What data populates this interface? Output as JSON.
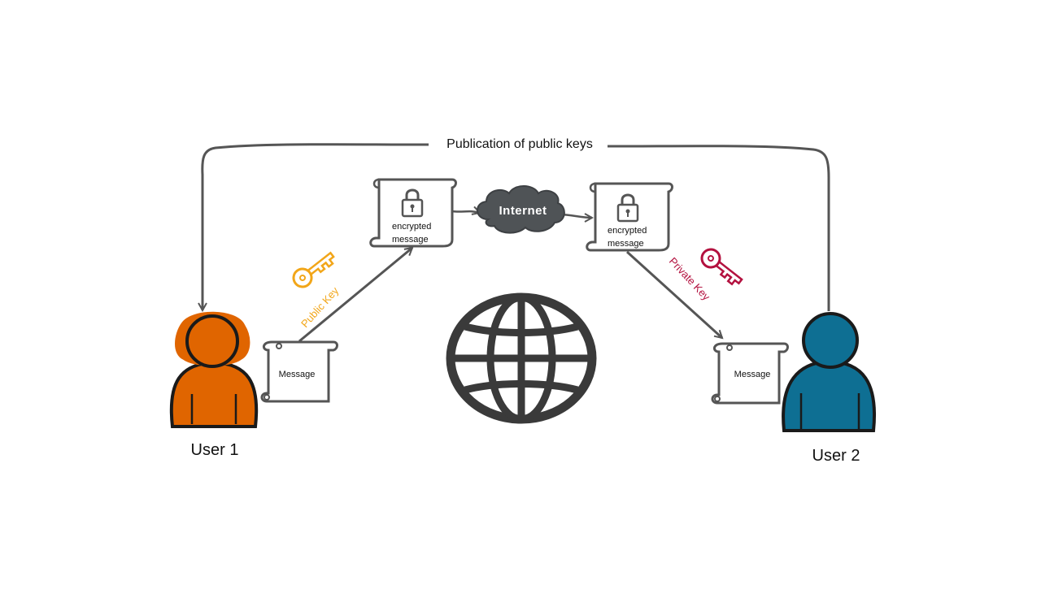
{
  "title": "Publication of public keys",
  "users": [
    {
      "label": "User 1",
      "color": "#e06500"
    },
    {
      "label": "User 2",
      "color": "#0e6f93"
    }
  ],
  "messages": {
    "left": "Message",
    "right": "Message"
  },
  "encrypted": {
    "left_line1": "encrypted",
    "left_line2": "message",
    "right_line1": "encrypted",
    "right_line2": "message"
  },
  "internet_label": "Internet",
  "keys": {
    "public": {
      "label": "Public Key",
      "color": "#f2a619"
    },
    "private": {
      "label": "Private Key",
      "color": "#b3113f"
    }
  },
  "colors": {
    "stroke": "#555555",
    "cloud": "#4f5356",
    "globe": "#3a3a3a"
  }
}
